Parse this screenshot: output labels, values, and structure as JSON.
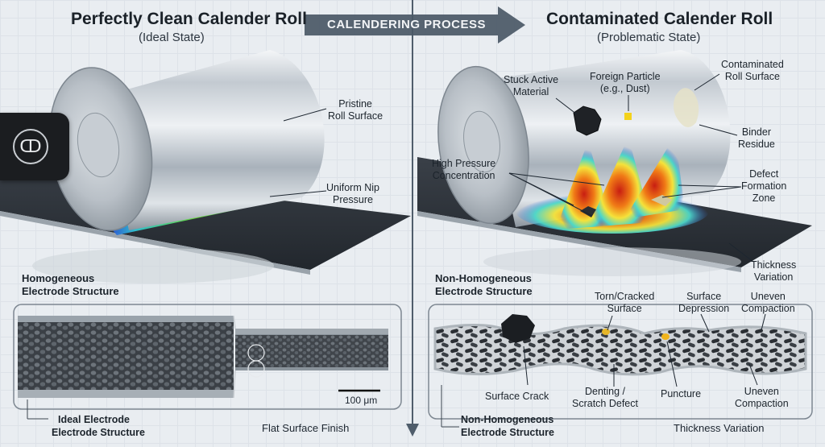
{
  "header": {
    "left_title": "Perfectly Clean Calender Roll",
    "left_subtitle": "(Ideal State)",
    "process_label": "CALENDERING PROCESS",
    "right_title": "Contaminated Calender Roll",
    "right_subtitle": "(Problematic State)"
  },
  "left": {
    "callouts": {
      "pristine": [
        "Pristine",
        "Roll Surface"
      ],
      "nip": [
        "Uniform Nip",
        "Pressure"
      ]
    },
    "structure_heading": [
      "Homogeneous",
      "Electrode Structure"
    ],
    "scale_bar": "100 μm",
    "bottom_label": [
      "Ideal Electrode",
      "Electrode Structure"
    ],
    "finish_label": "Flat Surface Finish"
  },
  "right": {
    "callouts": {
      "stuck": [
        "Stuck Active",
        "Material"
      ],
      "foreign": [
        "Foreign Particle",
        "(e.g., Dust)"
      ],
      "contaminated": [
        "Contaminated",
        "Roll Surface"
      ],
      "binder": [
        "Binder",
        "Residue"
      ],
      "high_pressure": [
        "High Pressure",
        "Concentration"
      ],
      "defect_zone": [
        "Defect",
        "Formation",
        "Zone"
      ],
      "thickness": [
        "Thickness",
        "Variation"
      ]
    },
    "structure_heading": [
      "Non-Homogeneous",
      "Electrode Structure"
    ],
    "micro_labels": {
      "torn": [
        "Torn/Cracked",
        "Surface"
      ],
      "depression": [
        "Surface",
        "Depression"
      ],
      "uneven_top": [
        "Uneven",
        "Compaction"
      ],
      "crack": "Surface Crack",
      "denting": [
        "Denting /",
        "Scratch Defect"
      ],
      "puncture": "Puncture",
      "uneven_bottom": [
        "Uneven",
        "Compaction"
      ]
    },
    "bottom_label": [
      "Non-Homogeneous",
      "Electrode Structure"
    ],
    "thickness_label": "Thickness Variation"
  },
  "overlay": {
    "icon": "robot-face-icon"
  },
  "colors": {
    "arrow": "#4a5866",
    "divider": "#4f5d6b",
    "heat_red": "#e0321c",
    "heat_green": "#5be03a"
  }
}
